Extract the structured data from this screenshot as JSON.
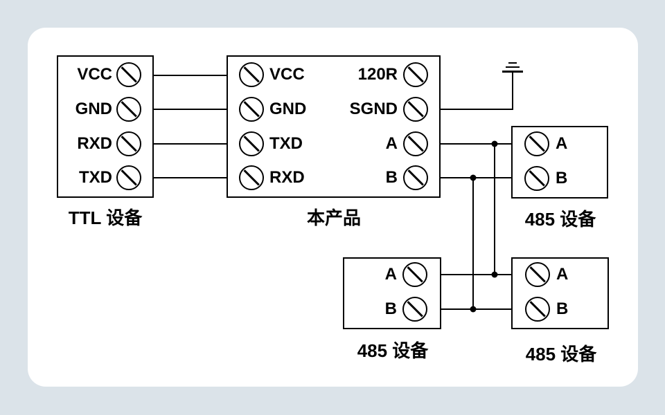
{
  "diagram": {
    "title_hint": "TTL to RS-485 wiring diagram",
    "colors": {
      "background": "#dbe3e9",
      "card": "#ffffff",
      "line": "#000000",
      "text": "#000000"
    },
    "boxes": {
      "ttl": {
        "caption": "TTL 设备",
        "terminals": [
          "VCC",
          "GND",
          "RXD",
          "TXD"
        ]
      },
      "product": {
        "caption": "本产品",
        "left_terminals": [
          "VCC",
          "GND",
          "TXD",
          "RXD"
        ],
        "right_terminals": [
          "120R",
          "SGND",
          "A",
          "B"
        ]
      },
      "rs485_right": {
        "caption": "485 设备",
        "terminals": [
          "A",
          "B"
        ]
      },
      "rs485_bottom_middle": {
        "caption": "485 设备",
        "terminals": [
          "A",
          "B"
        ]
      },
      "rs485_bottom_right": {
        "caption": "485 设备",
        "terminals": [
          "A",
          "B"
        ]
      }
    },
    "icons": {
      "terminal": "screw-terminal-icon: circle with diagonal slot",
      "ground": "earth-ground-icon: three stacked bars above SGND wire"
    },
    "connections": [
      "TTL VCC - 本产品 VCC",
      "TTL GND - 本产品 GND",
      "TTL RXD - 本产品 TXD",
      "TTL TXD - 本产品 RXD",
      "本产品 SGND - earth ground",
      "本产品 A - 485 设备 A (all three, bus with junction dots)",
      "本产品 B - 485 设备 B (all three, bus with junction dots)"
    ]
  }
}
